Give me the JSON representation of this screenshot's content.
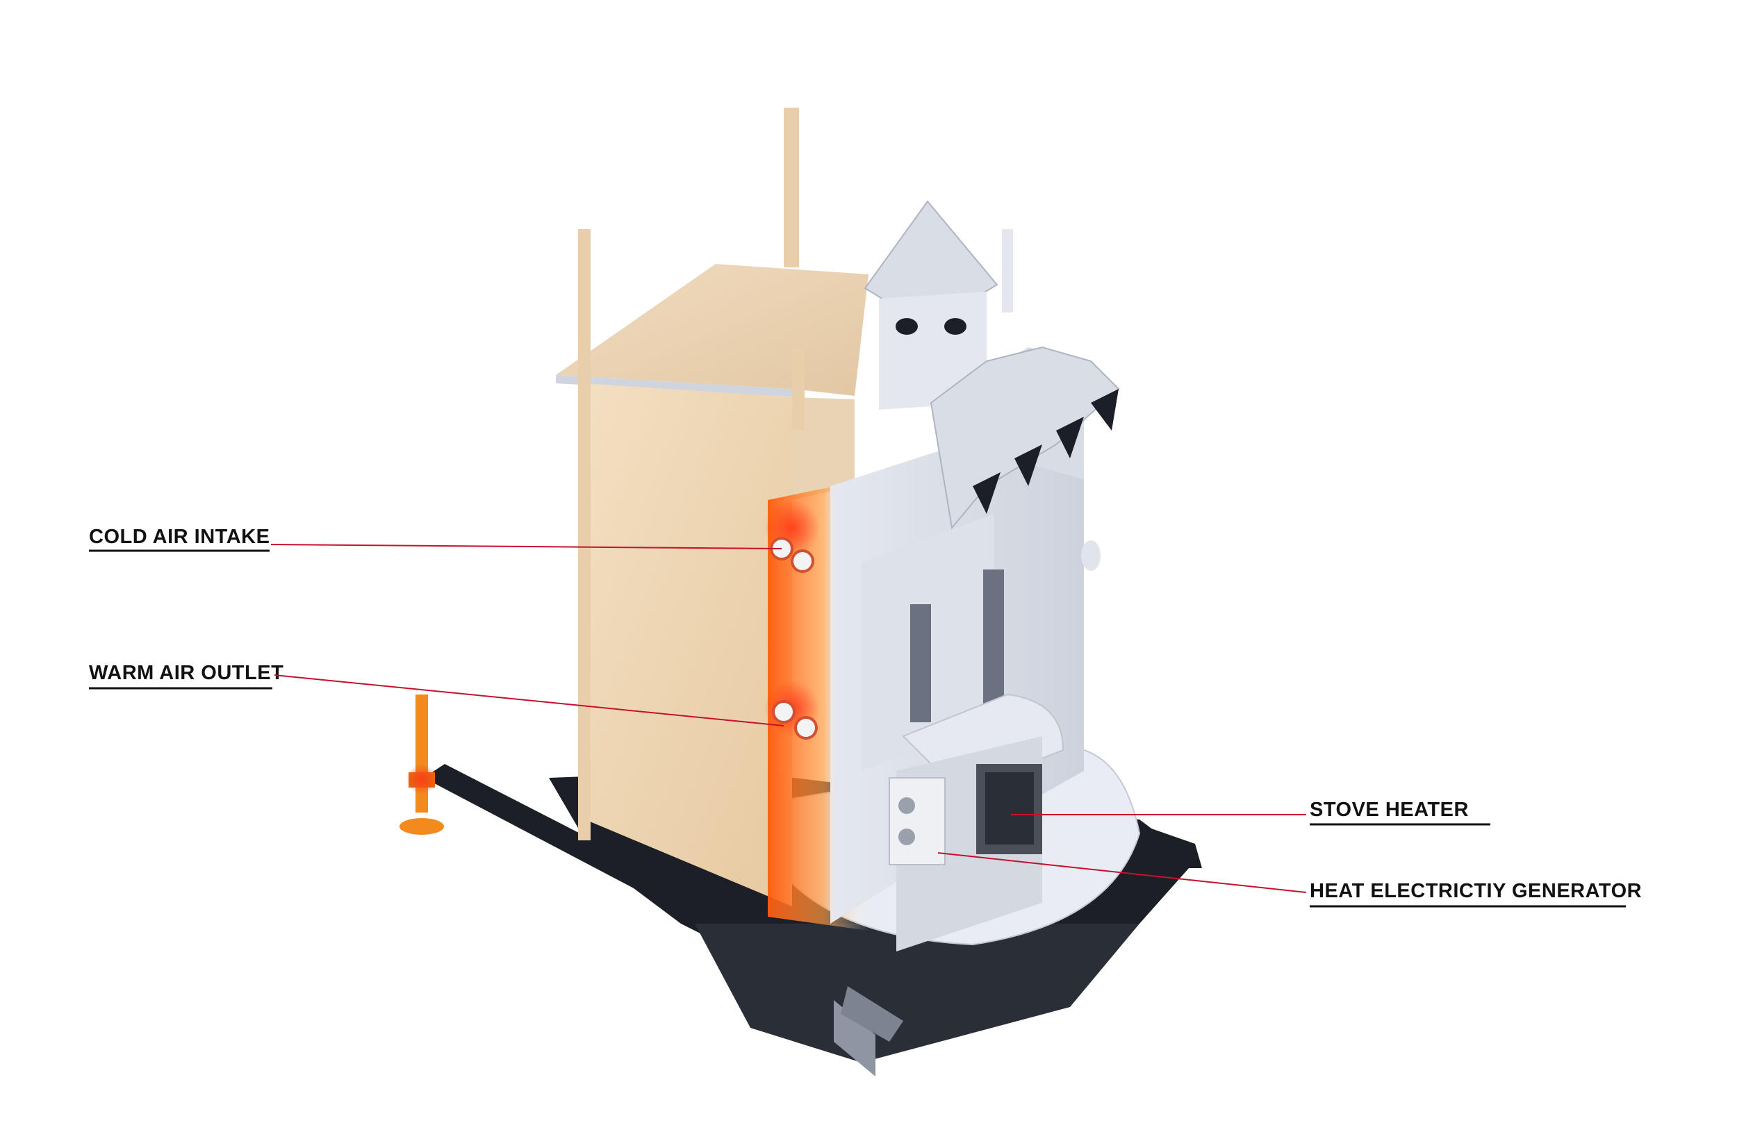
{
  "labels": {
    "cold_air_intake": "COLD AIR INTAKE",
    "warm_air_outlet": "WARM AIR OUTLET",
    "stove_heater": "STOVE HEATER",
    "heat_electricity_generator": "HEAT ELECTRICTIY GENERATOR"
  },
  "colors": {
    "leader_line": "#c8102e",
    "underline": "#111111",
    "wood": "#efd7b6",
    "wood_dark": "#dcbf98",
    "metal_light": "#eceff5",
    "metal_mid": "#cfd4de",
    "metal_dark": "#aab0bd",
    "chassis": "#1c1f26",
    "heat": "#ff6a1a",
    "jack": "#f28a1e"
  }
}
